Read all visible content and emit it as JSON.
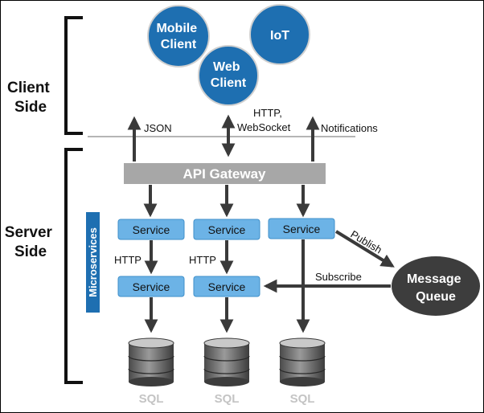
{
  "colors": {
    "client_blue": "#1e6fb1",
    "service_fill": "#6cb3e6",
    "gateway_fill": "#a7a7a7",
    "queue_fill": "#3d3d3d",
    "micro_fill": "#1e6fb1",
    "arrow": "#3a3a3a"
  },
  "sides": {
    "client": [
      "Client",
      "Side"
    ],
    "server": [
      "Server",
      "Side"
    ]
  },
  "clients": {
    "mobile": [
      "Mobile",
      "Client"
    ],
    "iot": [
      "IoT"
    ],
    "web": [
      "Web",
      "Client"
    ]
  },
  "edges": {
    "json": "JSON",
    "http_ws": [
      "HTTP,",
      "WebSocket"
    ],
    "notifications": "Notifications",
    "http_left": "HTTP",
    "http_mid": "HTTP",
    "publish": "Publish",
    "subscribe": "Subscribe"
  },
  "gateway": {
    "label": "API Gateway"
  },
  "microservices": {
    "label": "Microservices"
  },
  "services": {
    "top": [
      "Service",
      "Service",
      "Service"
    ],
    "bottom": [
      "Service",
      "Service"
    ]
  },
  "message_queue": [
    "Message",
    "Queue"
  ],
  "databases": [
    "SQL",
    "SQL",
    "SQL"
  ]
}
